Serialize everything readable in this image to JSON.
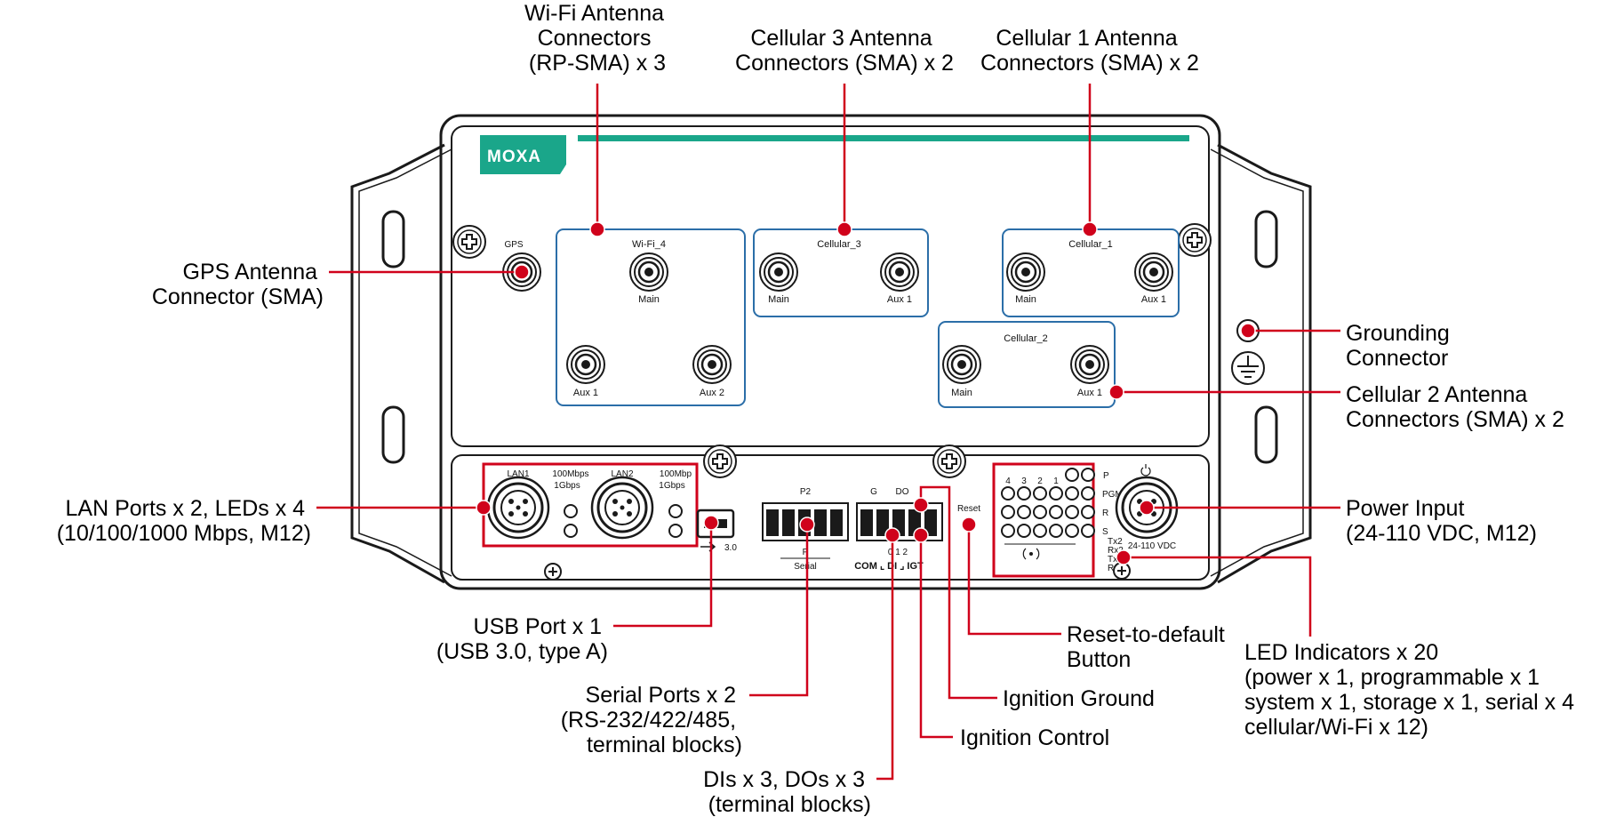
{
  "brand": "MOXA",
  "colors": {
    "callout_red": "#d0021b",
    "brand_teal": "#1aa68a",
    "antenna_box": "#2b6ea8",
    "outline": "#1a1a1a"
  },
  "device": {
    "gps_label": "GPS",
    "wifi_group": {
      "title": "Wi-Fi_4",
      "main": "Main",
      "aux1": "Aux 1",
      "aux2": "Aux 2"
    },
    "cell3_group": {
      "title": "Cellular_3",
      "main": "Main",
      "aux1": "Aux 1"
    },
    "cell1_group": {
      "title": "Cellular_1",
      "main": "Main",
      "aux1": "Aux 1"
    },
    "cell2_group": {
      "title": "Cellular_2",
      "main": "Main",
      "aux1": "Aux 1"
    },
    "lan": {
      "lan1": "LAN1",
      "lan2": "LAN2",
      "speed1_a": "100Mbps",
      "speed1_b": "1Gbps",
      "speed2_a": "100Mbp",
      "speed2_b": "1Gbps"
    },
    "usb_label": "3.0",
    "terminal": {
      "p2": "P2",
      "p": "P",
      "serial": "Serial",
      "g": "G",
      "do": "DO",
      "digits": "0  1  2",
      "com_di_igt": "COM ⌞ DI ⌟ IGT"
    },
    "reset_label": "Reset",
    "led_panel": {
      "nums": [
        "4",
        "3",
        "2",
        "1"
      ],
      "row_labels": [
        "P",
        "PGM",
        "R",
        "S"
      ],
      "sig": [
        "Tx2",
        "Rx2",
        "Tx1",
        "Rx1"
      ]
    },
    "power_label": "24-110 VDC"
  },
  "callouts": {
    "wifi": [
      "Wi-Fi Antenna",
      "Connectors",
      "(RP-SMA) x 3"
    ],
    "cell3": [
      "Cellular 3 Antenna",
      "Connectors (SMA) x 2"
    ],
    "cell1": [
      "Cellular 1 Antenna",
      "Connectors (SMA) x 2"
    ],
    "gps": [
      "GPS Antenna",
      "Connector (SMA)"
    ],
    "ground": [
      "Grounding",
      "Connector"
    ],
    "cell2": [
      "Cellular 2 Antenna",
      "Connectors (SMA) x 2"
    ],
    "lan": [
      "LAN Ports x 2, LEDs x 4",
      "(10/100/1000 Mbps, M12)"
    ],
    "power": [
      "Power Input",
      "(24-110 VDC, M12)"
    ],
    "usb": [
      "USB Port x 1",
      "(USB 3.0, type A)"
    ],
    "reset": [
      "Reset-to-default",
      "Button"
    ],
    "serial": [
      "Serial Ports x 2",
      "(RS-232/422/485,",
      "terminal blocks)"
    ],
    "ign_gnd": [
      "Ignition Ground"
    ],
    "led": [
      "LED Indicators x 20",
      "(power x 1, programmable x 1",
      "system x 1, storage x 1, serial x 4",
      "cellular/Wi-Fi x 12)"
    ],
    "ign_ctl": [
      "Ignition Control"
    ],
    "dio": [
      "DIs x 3, DOs x 3",
      "(terminal blocks)"
    ]
  }
}
